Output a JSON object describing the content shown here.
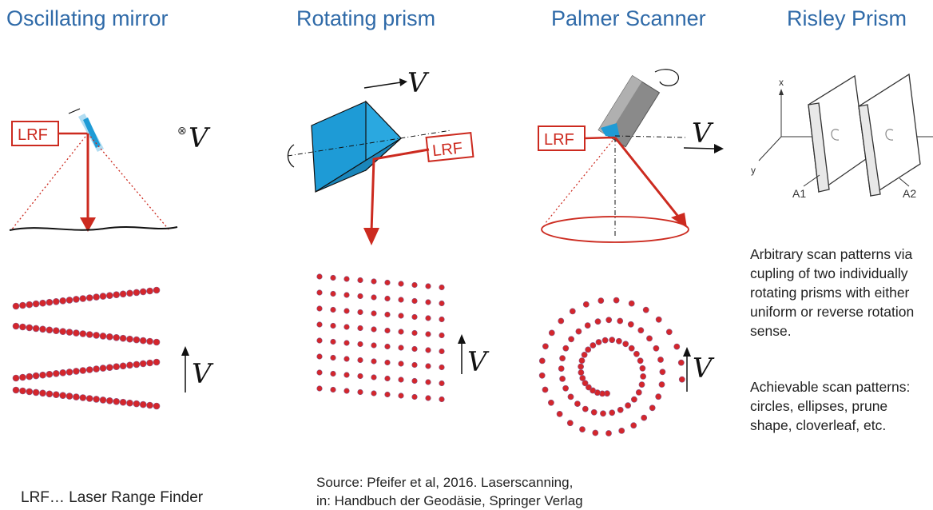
{
  "titles": {
    "oscillating": "Oscillating mirror",
    "rotating": "Rotating prism",
    "palmer": "Palmer Scanner",
    "risley": "Risley Prism"
  },
  "labels": {
    "lrf": "LRF",
    "velocity": "V",
    "cross_symbol": "⊗",
    "axis_x": "x",
    "axis_y": "y",
    "prism_a1": "A1",
    "prism_a2": "A2"
  },
  "risley_text": {
    "description": "Arbitrary scan patterns via cupling of two individually rotating prisms with either uniform or reverse rotation sense.",
    "achievable": "Achievable scan patterns: circles, ellipses, prune shape, cloverleaf, etc."
  },
  "footer": {
    "lrf_definition": "LRF… Laser Range Finder",
    "source_line1": "Source: Pfeifer et al, 2016. Laserscanning,",
    "source_line2": "in: Handbuch der Geodäsie, Springer Verlag"
  },
  "colors": {
    "title": "#2f6aa8",
    "laser": "#cc2a1f",
    "prism": "#1e9bd6",
    "dot": "#d4262b"
  }
}
